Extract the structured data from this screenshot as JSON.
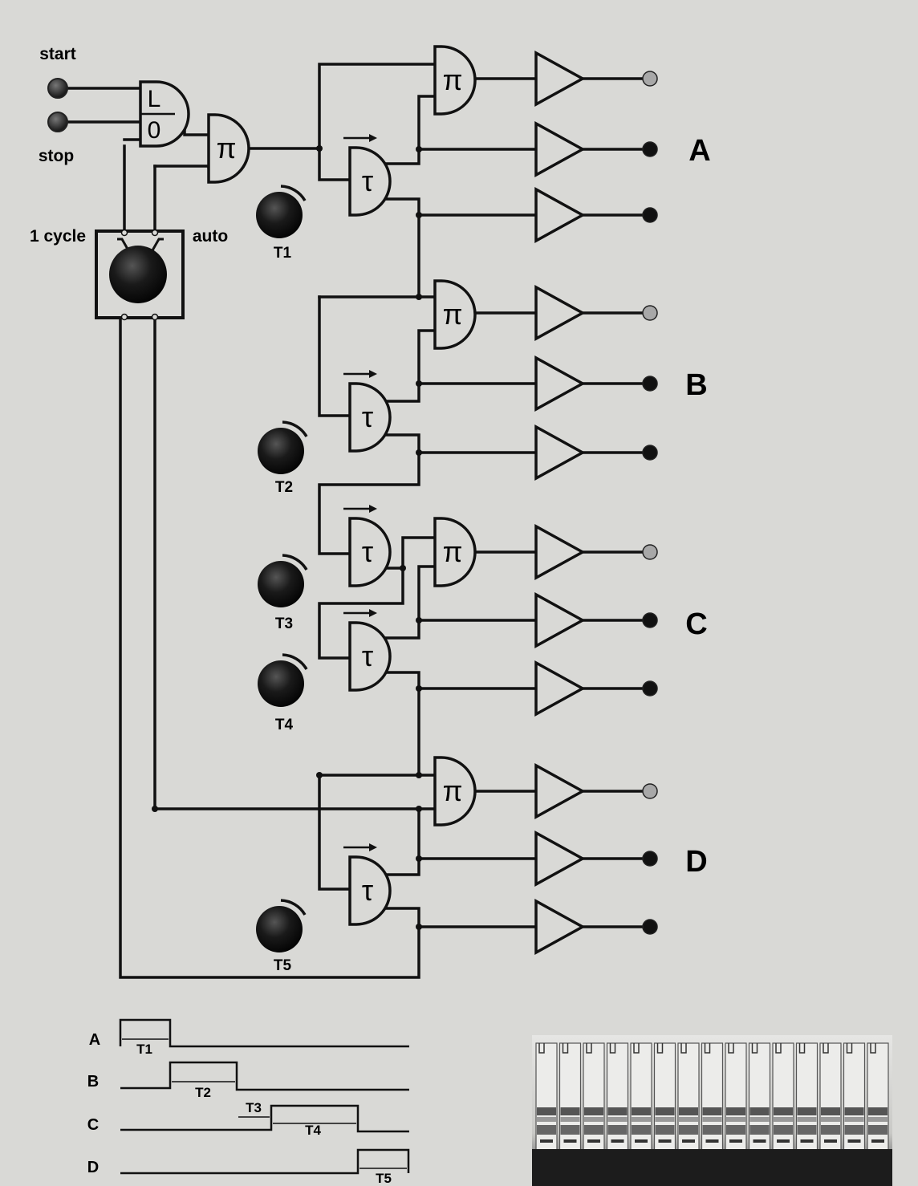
{
  "inputs": {
    "start": "start",
    "stop": "stop"
  },
  "selector": {
    "left": "1 cycle",
    "right": "auto"
  },
  "gate_symbols": {
    "flipflop_top": "L",
    "flipflop_bottom": "0",
    "and": "π",
    "timer": "τ"
  },
  "timers": [
    "T1",
    "T2",
    "T3",
    "T4",
    "T5"
  ],
  "outputs": [
    "A",
    "B",
    "C",
    "D"
  ],
  "timing": {
    "rows": [
      "A",
      "B",
      "C",
      "D"
    ],
    "pulses": [
      "T1",
      "T2",
      "T3",
      "T4",
      "T5"
    ]
  },
  "colors": {
    "line": "#111111",
    "background": "#d9d9d6",
    "lamp_off": "#a8a8a8",
    "lamp_on": "#111111"
  }
}
